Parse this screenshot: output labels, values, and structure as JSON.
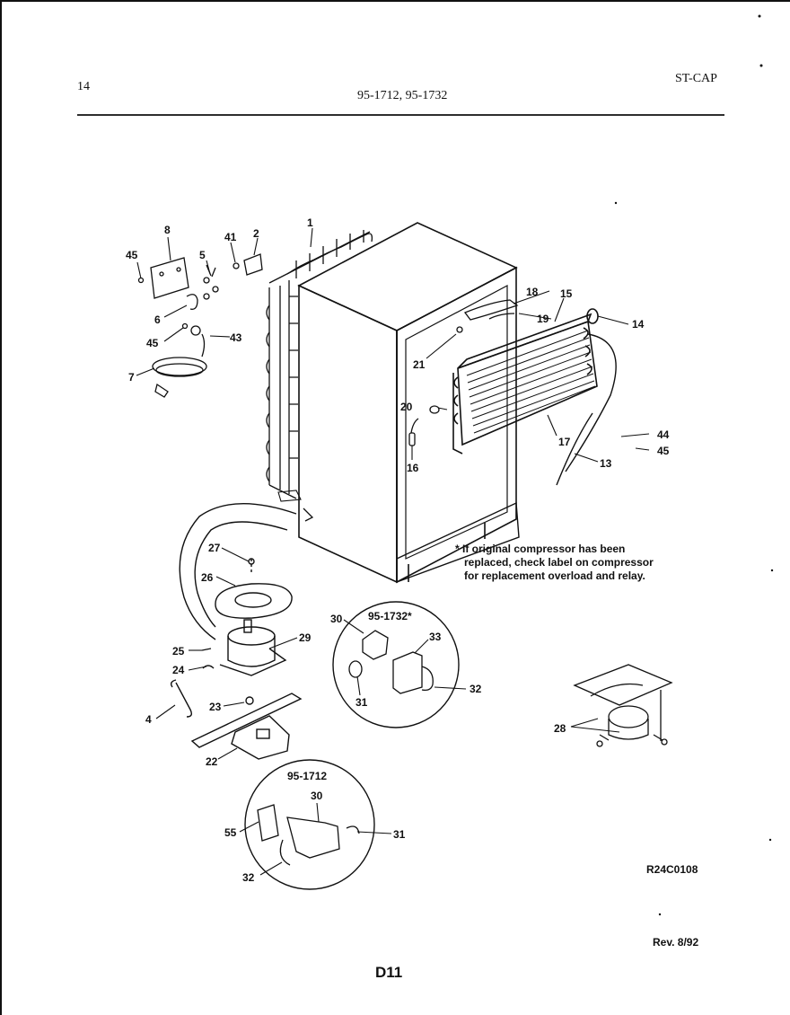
{
  "header": {
    "page_number": "14",
    "model_numbers": "95-1712, 95-1732",
    "section_code": "ST-CAP"
  },
  "note": {
    "line1": "* If original compressor has been",
    "line2": "replaced, check label on compressor",
    "line3": "for replacement overload and relay."
  },
  "inset_labels": {
    "top": "95-1732*",
    "bottom": "95-1712"
  },
  "footer": {
    "drawing_code": "R24C0108",
    "revision": "Rev. 8/92",
    "page_code": "D11"
  },
  "callouts": {
    "c1": "1",
    "c2": "2",
    "c4": "4",
    "c5": "5",
    "c6": "6",
    "c7": "7",
    "c8": "8",
    "c13": "13",
    "c14": "14",
    "c15": "15",
    "c16": "16",
    "c17": "17",
    "c18": "18",
    "c19": "19",
    "c20": "20",
    "c21": "21",
    "c22": "22",
    "c23": "23",
    "c24": "24",
    "c25": "25",
    "c26": "26",
    "c27": "27",
    "c28": "28",
    "c29": "29",
    "c30a": "30",
    "c31a": "31",
    "c32a": "32",
    "c33": "33",
    "c30b": "30",
    "c31b": "31",
    "c32b": "32",
    "c55": "55",
    "c41": "41",
    "c43": "43",
    "c44": "44",
    "c45a": "45",
    "c45b": "45",
    "c45c": "45"
  }
}
